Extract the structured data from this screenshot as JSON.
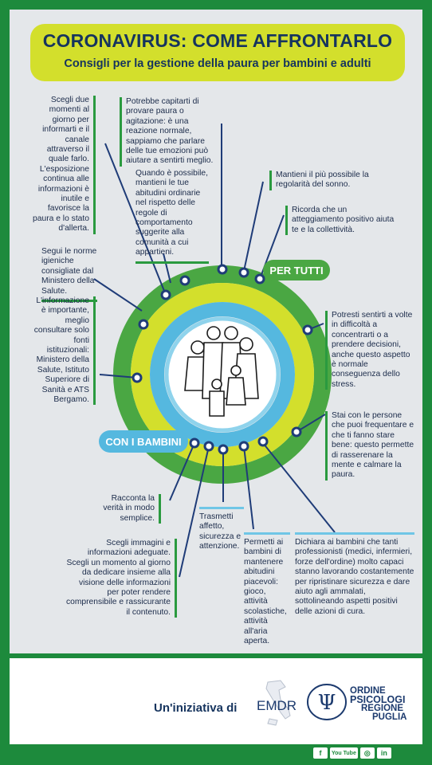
{
  "header": {
    "title": "CORONAVIRUS: COME AFFRONTARLO",
    "subtitle": "Consigli per la gestione della paura per bambini e adulti"
  },
  "labels": {
    "per_tutti": "PER TUTTI",
    "con_i_bambini": "CON I BAMBINI"
  },
  "tips_left": [
    "Scegli due momenti al giorno per informarti e il canale attraverso il quale farlo. L'esposizione continua alle informazioni è inutile e favorisce la paura e lo stato d'allerta.",
    "Segui le norme igieniche consigliate dal Ministero della Salute.",
    "L'informazione è importante, meglio consultare solo fonti istituzionali: Ministero della Salute, Istituto Superiore di Sanità e ATS Bergamo."
  ],
  "tips_top": [
    "Potrebbe capitarti di provare paura o agitazione: è una reazione normale, sappiamo che parlare delle tue emozioni può aiutare a sentirti meglio.",
    "Quando è possibile, mantieni le tue abitudini ordinarie nel rispetto delle regole di comportamento suggerite alla comunità a cui appartieni."
  ],
  "tips_right": [
    "Mantieni il più possibile la regolarità del sonno.",
    "Ricorda che un atteggiamento positivo aiuta te e la collettività.",
    "Potresti sentirti a volte in difficoltà a concentrarti o a prendere decisioni, anche questo aspetto è normale conseguenza dello stress.",
    "Stai con le persone che puoi frequentare e che ti fanno stare bene: questo permette di rasserenare la mente e calmare la paura."
  ],
  "tips_bottom": [
    "Racconta la verità in modo semplice.",
    "Scegli immagini e informazioni adeguate. Scegli un momento al giorno da dedicare insieme alla visione delle informazioni per poter rendere comprensibile e rassicurante il contenuto.",
    "Trasmetti affetto, sicurezza e attenzione.",
    "Permetti ai bambini di mantenere abitudini piacevoli: gioco, attività scolastiche, attività all'aria aperta.",
    "Dichiara ai bambini che tanti professionisti (medici, infermieri, forze dell'ordine) molto capaci stanno lavorando costantemente per ripristinare sicurezza e dare aiuto agli ammalati, sottolineando aspetti positivi delle azioni di cura."
  ],
  "footer": {
    "initiative": "Un'iniziativa di",
    "emdr": "EMDR",
    "ordine_line1": "ORDINE",
    "ordine_line2": "PSICOLOGI",
    "ordine_line3": "REGIONE",
    "ordine_line4": "PUGLIA",
    "social": [
      "f",
      "You Tube",
      "◎",
      "in"
    ]
  },
  "colors": {
    "green": "#1d8a3c",
    "yellow": "#d3df2c",
    "navy": "#16345e",
    "lightblue": "#6fc6e6"
  }
}
